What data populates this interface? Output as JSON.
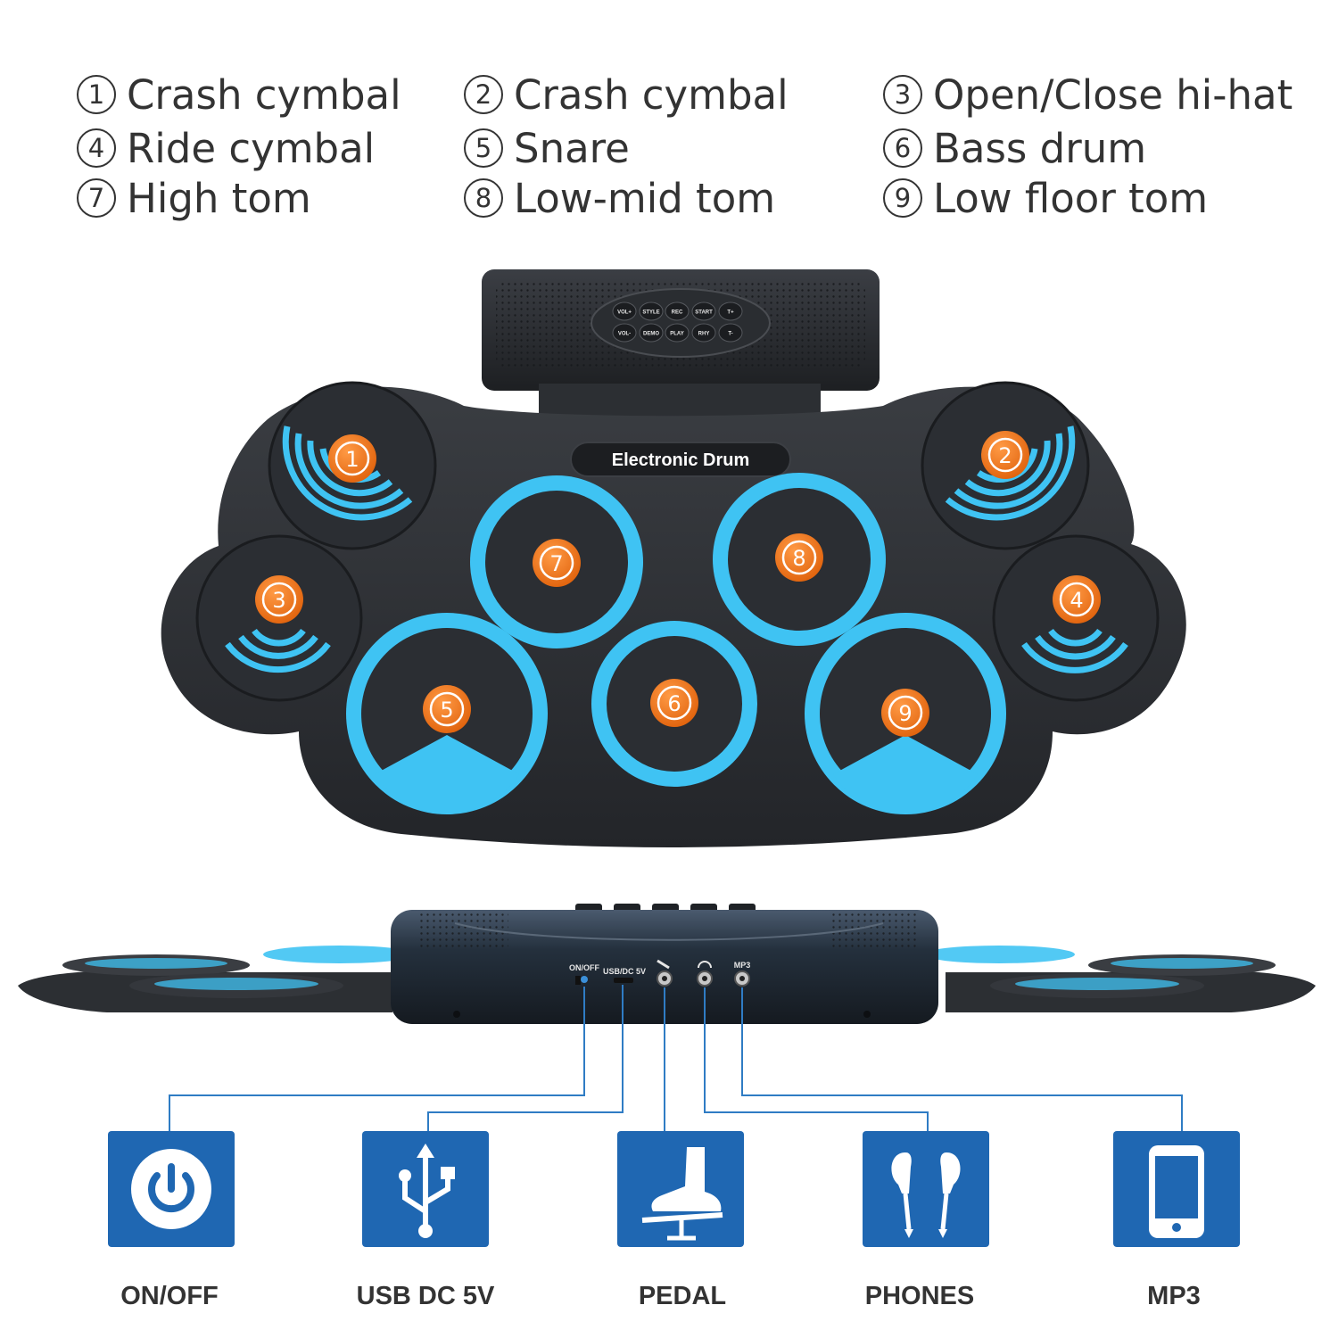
{
  "legend": [
    {
      "num": "1",
      "label": "Crash cymbal"
    },
    {
      "num": "2",
      "label": "Crash cymbal"
    },
    {
      "num": "3",
      "label": "Open/Close hi-hat"
    },
    {
      "num": "4",
      "label": "Ride cymbal"
    },
    {
      "num": "5",
      "label": "Snare"
    },
    {
      "num": "6",
      "label": "Bass drum"
    },
    {
      "num": "7",
      "label": "High tom"
    },
    {
      "num": "8",
      "label": "Low-mid tom"
    },
    {
      "num": "9",
      "label": "Low floor tom"
    }
  ],
  "control_panel": {
    "buttons_top": [
      "VOL+",
      "STYLE",
      "REC",
      "START",
      "T+"
    ],
    "buttons_bottom": [
      "VOL-",
      "DEMO",
      "PLAY",
      "RHY",
      "T-"
    ]
  },
  "pad_badge": "Electronic Drum",
  "pads": [
    "1",
    "2",
    "3",
    "4",
    "5",
    "6",
    "7",
    "8",
    "9"
  ],
  "ports": {
    "on_off": "ON/OFF",
    "usb": "USB/DC 5V",
    "mp3": "MP3"
  },
  "features": [
    {
      "label": "ON/OFF",
      "icon": "power-icon"
    },
    {
      "label": "USB DC 5V",
      "icon": "usb-icon"
    },
    {
      "label": "PEDAL",
      "icon": "pedal-foot-icon"
    },
    {
      "label": "PHONES",
      "icon": "earphones-icon"
    },
    {
      "label": "MP3",
      "icon": "phone-icon"
    }
  ],
  "colors": {
    "pad_blue": "#3fc3f3",
    "number_orange": "#f07a21",
    "tile_blue": "#1f67b2",
    "body_dark": "#2b2e33"
  }
}
